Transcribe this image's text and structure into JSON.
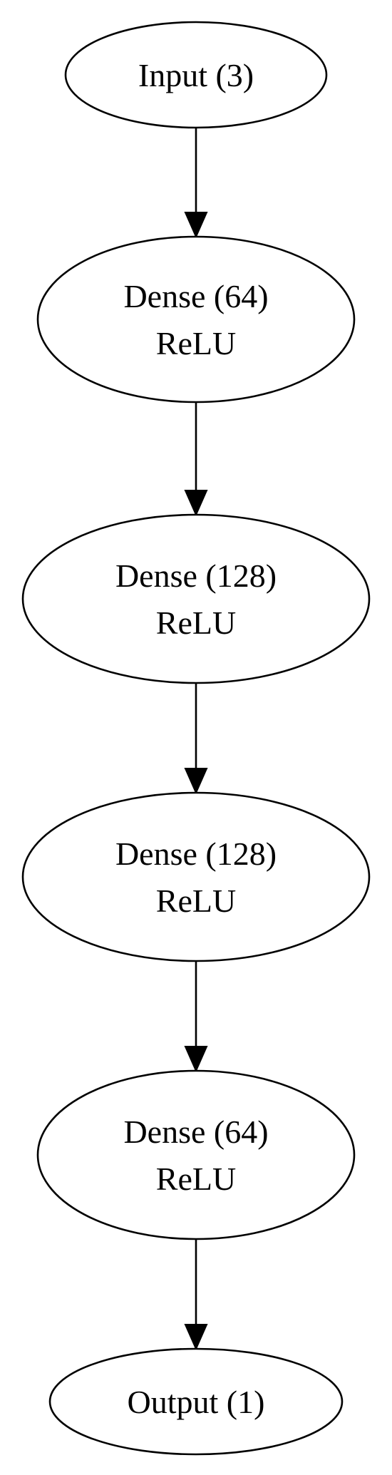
{
  "diagram": {
    "type": "flowchart",
    "nodes": [
      {
        "id": "input",
        "lines": [
          "Input (3)"
        ]
      },
      {
        "id": "dense1",
        "lines": [
          "Dense (64)",
          "ReLU"
        ]
      },
      {
        "id": "dense2",
        "lines": [
          "Dense (128)",
          "ReLU"
        ]
      },
      {
        "id": "dense3",
        "lines": [
          "Dense (128)",
          "ReLU"
        ]
      },
      {
        "id": "dense4",
        "lines": [
          "Dense (64)",
          "ReLU"
        ]
      },
      {
        "id": "output",
        "lines": [
          "Output (1)"
        ]
      }
    ],
    "edges": [
      {
        "from": "input",
        "to": "dense1"
      },
      {
        "from": "dense1",
        "to": "dense2"
      },
      {
        "from": "dense2",
        "to": "dense3"
      },
      {
        "from": "dense3",
        "to": "dense4"
      },
      {
        "from": "dense4",
        "to": "output"
      }
    ],
    "colors": {
      "stroke": "#000000",
      "fill": "#ffffff",
      "background": "#ffffff"
    }
  }
}
